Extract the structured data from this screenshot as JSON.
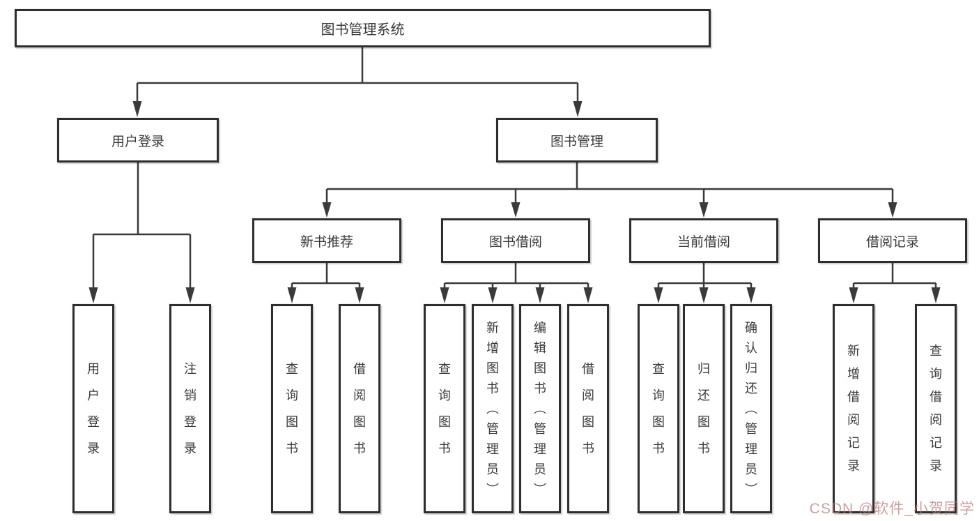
{
  "diagram": {
    "root_label": "图书管理系统",
    "level2": [
      "用户登录",
      "图书管理"
    ],
    "level3": [
      "新书推荐",
      "图书借阅",
      "当前借阅",
      "借阅记录"
    ],
    "leaves_user_login": [
      "用户登录",
      "注销登录"
    ],
    "leaves_new_book": [
      "查询图书",
      "借阅图书"
    ],
    "leaves_book_borrow": [
      "查询图书",
      "新增图书（管理员）",
      "编辑图书（管理员）",
      "借阅图书"
    ],
    "leaves_current_borrow": [
      "查询图书",
      "归还图书",
      "确认归还（管理员）"
    ],
    "leaves_borrow_records": [
      "新增借阅记录",
      "查询借阅记录"
    ]
  },
  "watermark": {
    "text": "CSDN @软件_小贺同学",
    "color": "rgba(190,125,125,0.75)"
  },
  "colors": {
    "line": "#3a3a3a",
    "box_border": "#2e2e2e",
    "text": "#3a3a3a",
    "background": "#ffffff"
  }
}
